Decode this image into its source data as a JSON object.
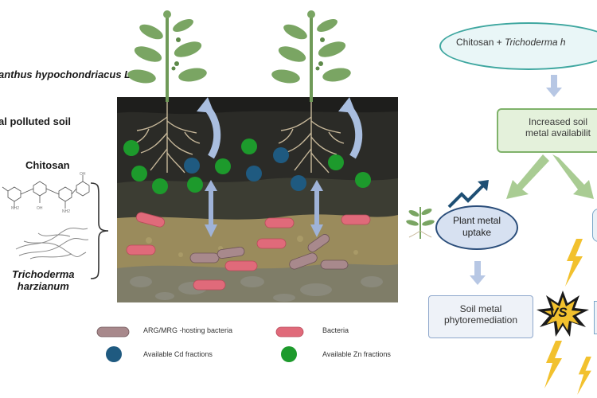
{
  "left_labels": {
    "species": "anthus hypochondriacus L.",
    "soil": "al polluted soil",
    "chitosan": "Chitosan",
    "trichoderma_line1": "Trichoderma",
    "trichoderma_line2": "harzianum"
  },
  "flow": {
    "treatment_prefix": "Chitosan + ",
    "treatment_italic": "Trichoderma h",
    "availability_line1": "Increased soil",
    "availability_line2": "metal availabilit",
    "uptake_line1": "Plant metal",
    "uptake_line2": "uptake",
    "phyto_line1": "Soil metal",
    "phyto_line2": "phytoremediation",
    "vs_label": "VS"
  },
  "legend": {
    "arg_bacteria": "ARG/MRG -hosting bacteria",
    "bacteria": "Bacteria",
    "cd": "Available Cd fractions",
    "zn": "Available Zn fractions"
  },
  "colors": {
    "cd_dot": "#1f5a80",
    "zn_dot": "#1d9a2c",
    "bacteria": "#e06a7a",
    "flow_green": "#8bbf73",
    "oval_border": "#3fa7a0"
  }
}
